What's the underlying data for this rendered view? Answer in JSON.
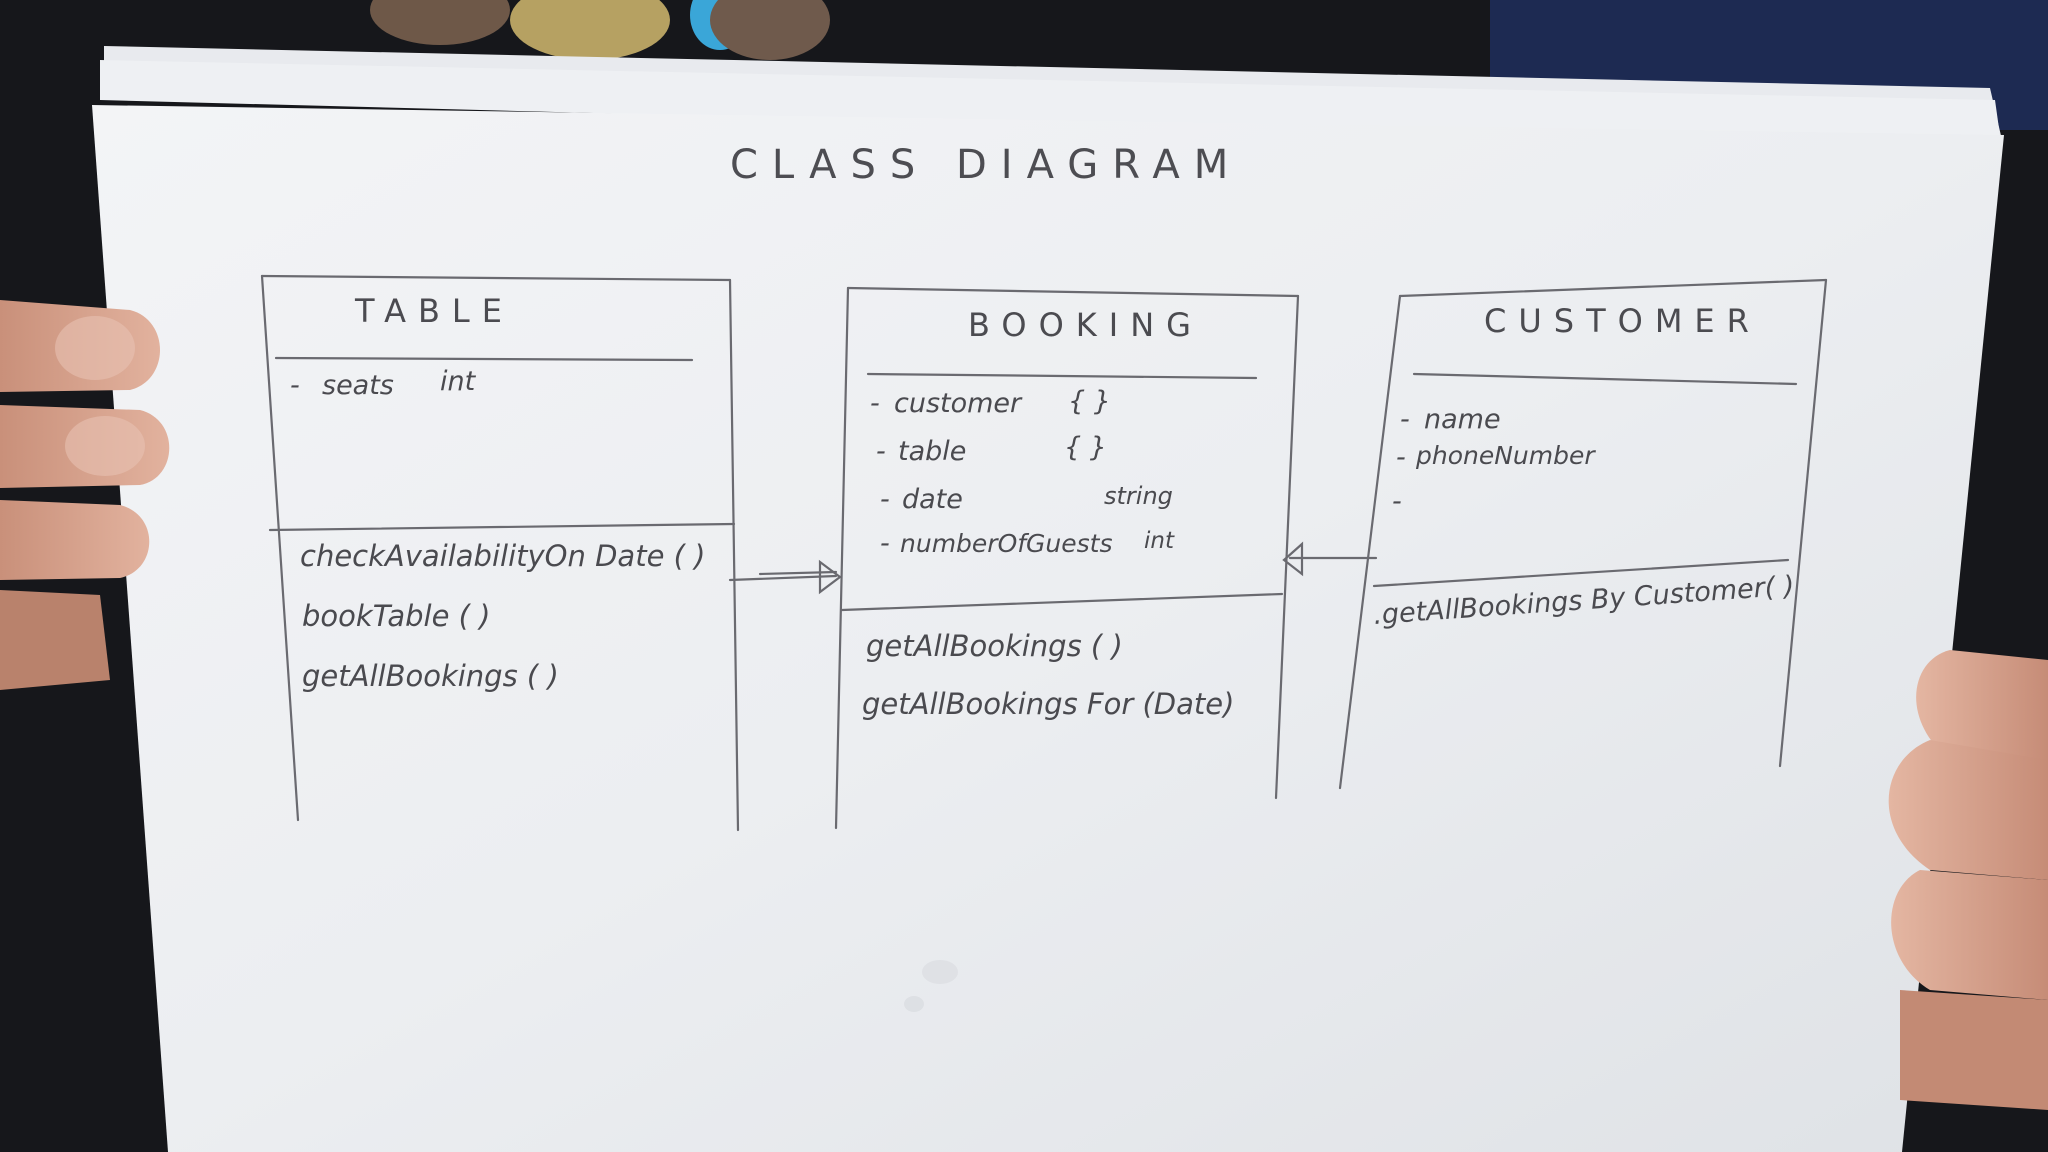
{
  "diagram": {
    "title": "CLASS   DIAGRAM",
    "classes": [
      {
        "id": "table",
        "name": "TABLE",
        "attributes": [
          {
            "prefix": "-",
            "name": "seats",
            "type": "int"
          }
        ],
        "methods": [
          "checkAvailabilityOn Date ( )",
          "bookTable ( )",
          "getAllBookings ( )"
        ]
      },
      {
        "id": "booking",
        "name": "BOOKING",
        "attributes": [
          {
            "prefix": "-",
            "name": "customer",
            "type": "{ }"
          },
          {
            "prefix": "-",
            "name": "table",
            "type": "{ }"
          },
          {
            "prefix": "-",
            "name": "date",
            "type": "string"
          },
          {
            "prefix": "-",
            "name": "numberOfGuests",
            "type": "int"
          }
        ],
        "methods": [
          "getAllBookings ( )",
          "getAllBookings For (Date)"
        ]
      },
      {
        "id": "customer",
        "name": "CUSTOMER",
        "attributes": [
          {
            "prefix": "-",
            "name": "name",
            "type": ""
          },
          {
            "prefix": "-",
            "name": "phoneNumber",
            "type": ""
          },
          {
            "prefix": "-",
            "name": "",
            "type": ""
          }
        ],
        "methods": [
          ".getAllBookings By Customer( )"
        ]
      }
    ],
    "relations": [
      {
        "from": "table",
        "to": "booking",
        "kind": "directed-association"
      },
      {
        "from": "customer",
        "to": "booking",
        "kind": "directed-association"
      }
    ]
  }
}
